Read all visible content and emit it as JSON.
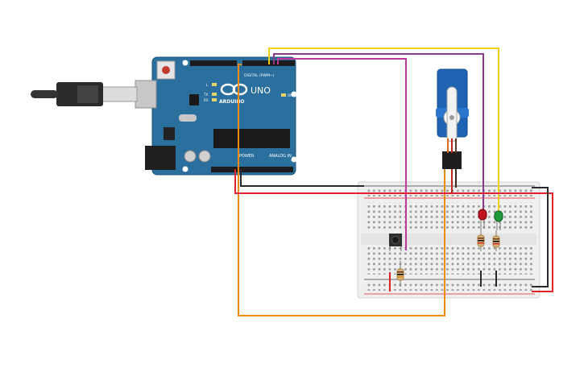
{
  "arduino": {
    "logo_text": "ARDUINO",
    "model": "UNO",
    "digital_label": "DIGITAL (PWM~)",
    "power_label": "POWER",
    "analog_label": "ANALOG IN",
    "on_label": "ON",
    "l_label": "L",
    "tx_label": "TX",
    "rx_label": "RX"
  },
  "components": {
    "servo": "servo",
    "red_led": "red LED",
    "green_led": "green LED",
    "pushbutton": "pushbutton",
    "resistors": 3
  },
  "colors": {
    "board": "#2a6f9e",
    "wire_yellow": "#f2cf17",
    "wire_purple": "#8a3a8a",
    "wire_magenta": "#c2379a",
    "wire_orange": "#f08a10",
    "wire_red": "#e0232b",
    "wire_black": "#2a2a2a",
    "servo_blue": "#1e63b4",
    "led_red": "#c0141e",
    "led_green": "#1f9a3a"
  }
}
